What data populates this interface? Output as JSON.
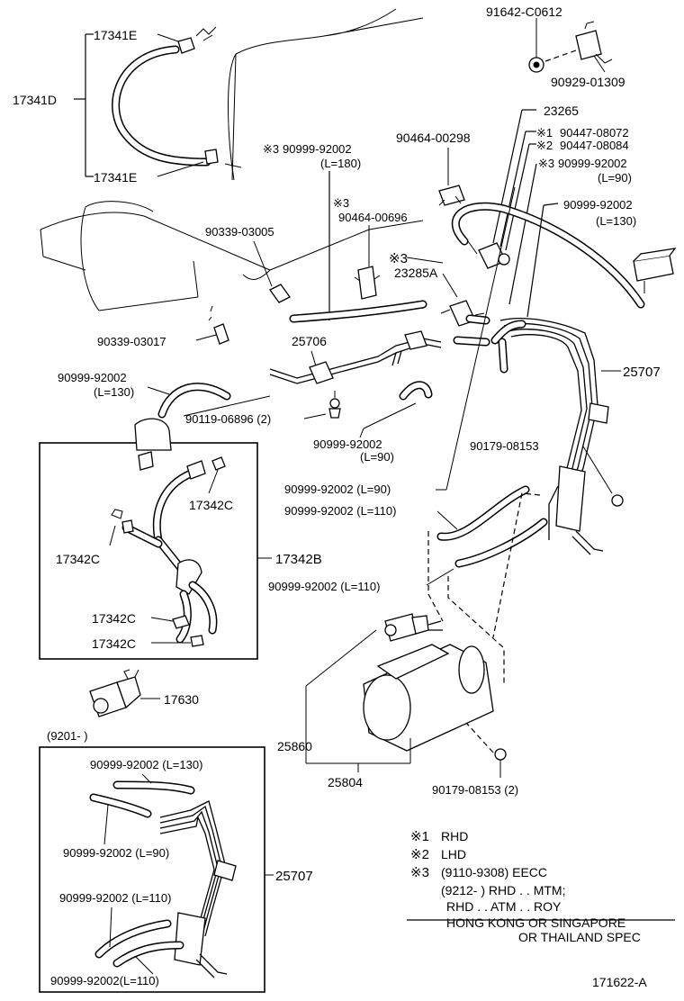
{
  "labels": {
    "p91642": "91642-C0612",
    "p90929": "90929-01309",
    "p17341E_a": "17341E",
    "p17341D": "17341D",
    "p17341E_b": "17341E",
    "hose180_code": "90999-92002",
    "hose180_mark": "※3",
    "hose180_len": "(L=180)",
    "p23265": "23265",
    "p90464_00298": "90464-00298",
    "p90447_08072": "90447-08072",
    "p90447_08072_mark": "※1",
    "p90447_08084": "90447-08084",
    "p90447_08084_mark": "※2",
    "hose90a_code": "90999-92002",
    "hose90a_mark": "※3",
    "hose90a_len": "(L=90)",
    "hose130a_code": "90999-92002",
    "hose130a_len": "(L=130)",
    "p90339_03005": "90339-03005",
    "p90464_00696": "90464-00696",
    "p90464_00696_mark": "※3",
    "mark3": "※3",
    "p23285A": "23285A",
    "p90339_03017": "90339-03017",
    "p25706": "25706",
    "p25707a": "25707",
    "hose130b_code": "90999-92002",
    "hose130b_len": "(L=130)",
    "p90119": "90119-06896 (2)",
    "hose90b_code": "90999-92002",
    "hose90b_len": "(L=90)",
    "p90179a": "90179-08153",
    "hose90c": "90999-92002 (L=90)",
    "hose110a": "90999-92002 (L=110)",
    "hose110b": "90999-92002 (L=110)",
    "p17342C_a": "17342C",
    "p17342C_b": "17342C",
    "p17342B": "17342B",
    "p17342C_c": "17342C",
    "p17342C_d": "17342C",
    "p17630": "17630",
    "p25860": "25860",
    "p25804": "25804",
    "p90179b": "90179-08153 (2)",
    "box2_date": "(9201-        )",
    "box2_h130": "90999-92002 (L=130)",
    "box2_h90": "90999-92002 (L=90)",
    "box2_h110a": "90999-92002 (L=110)",
    "box2_h110b": "90999-92002(L=110)",
    "p25707b": "25707",
    "note1_mark": "※1",
    "note1": "RHD",
    "note2_mark": "※2",
    "note2": "LHD",
    "note3_mark": "※3",
    "note3": "(9110-9308) EECC",
    "note4": "(9212-        ) RHD . . MTM;",
    "note5": "RHD . . ATM . . ROY",
    "note6": "HONG KONG OR SINGAPORE",
    "note7": "OR THAILAND SPEC",
    "fig_code": "171622-A"
  }
}
